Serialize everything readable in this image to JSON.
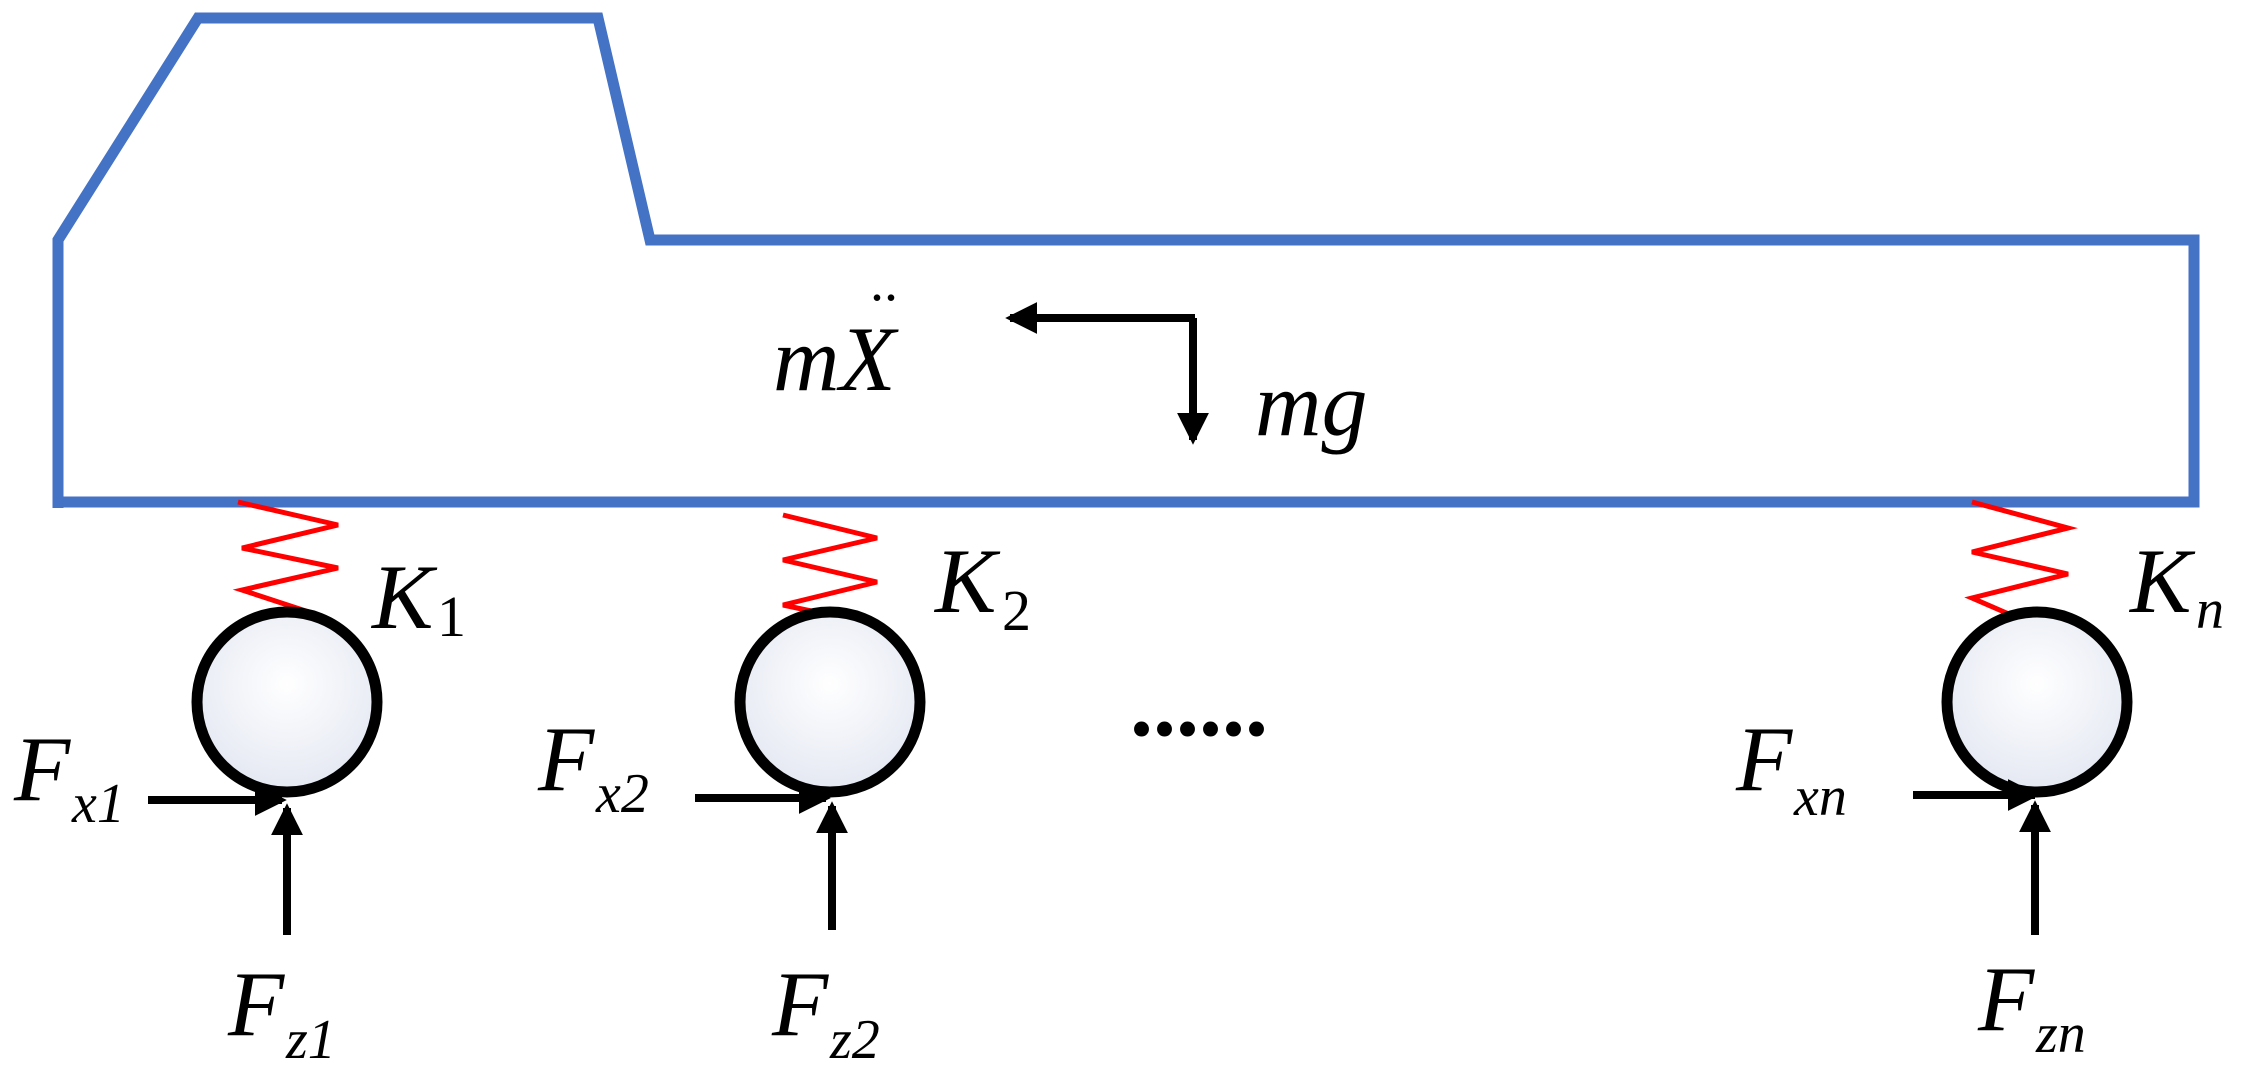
{
  "colors": {
    "body": "#4472C4",
    "spring": "#FF0000",
    "force": "#000000",
    "wheel_stroke": "#000000",
    "wheel_fill_light": "#FFFFFF",
    "wheel_fill_dark": "#E4E8F2"
  },
  "body_forces": {
    "inertia": {
      "base": "mX",
      "dots": "..",
      "upper": ""
    },
    "gravity": {
      "text": "mg"
    }
  },
  "ellipsis": "......",
  "axles": [
    {
      "spring": {
        "base": "K",
        "sub": "1"
      },
      "fx": {
        "base": "F",
        "sub": "x1"
      },
      "fz": {
        "base": "F",
        "sub": "z1"
      }
    },
    {
      "spring": {
        "base": "K",
        "sub": "2"
      },
      "fx": {
        "base": "F",
        "sub": "x2"
      },
      "fz": {
        "base": "F",
        "sub": "z2"
      }
    },
    {
      "spring": {
        "base": "K",
        "sub": "n"
      },
      "fx": {
        "base": "F",
        "sub": "xn"
      },
      "fz": {
        "base": "F",
        "sub": "zn"
      }
    }
  ]
}
